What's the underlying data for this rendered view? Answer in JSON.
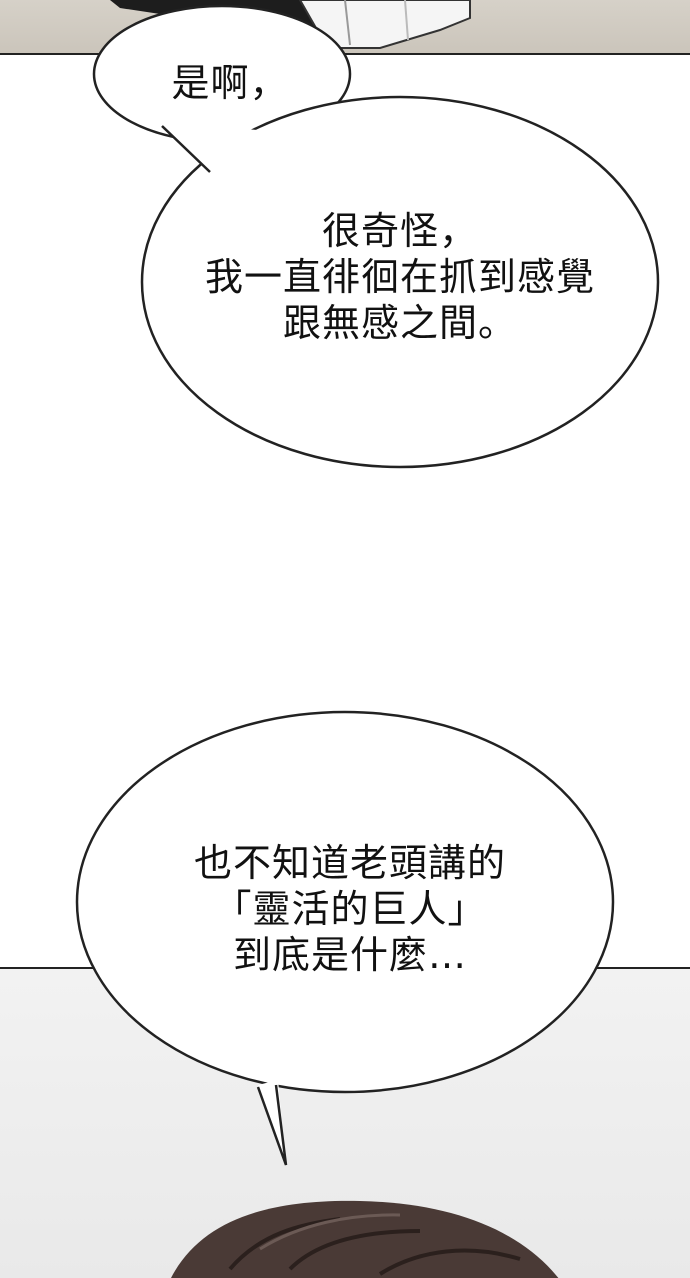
{
  "bubbles": {
    "small": {
      "text": "是啊，"
    },
    "middle": {
      "text": "很奇怪，\n我一直徘徊在抓到感覺\n跟無感之間。"
    },
    "bottom": {
      "text": "也不知道老頭講的\n「靈活的巨人」\n到底是什麼…"
    }
  }
}
